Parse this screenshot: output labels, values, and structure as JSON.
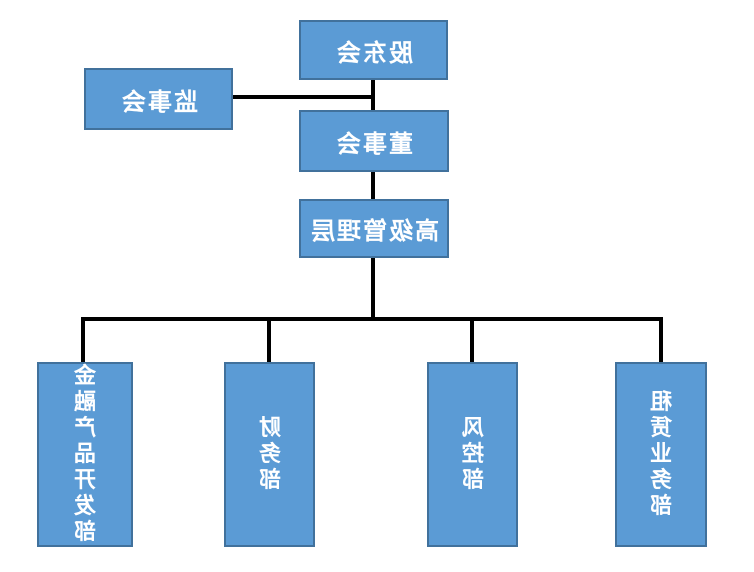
{
  "diagram": {
    "type": "org-chart",
    "nodes": {
      "shareholders": {
        "label": "股东会",
        "level": 1
      },
      "supervisory_board": {
        "label": "监事会",
        "level": 1
      },
      "board_of_directors": {
        "label": "董事会",
        "level": 2
      },
      "senior_management": {
        "label": "高级管理层",
        "level": 3
      },
      "financial_product_dev_dept": {
        "label": "金融产品开发部",
        "level": 4
      },
      "finance_dept": {
        "label": "财务部",
        "level": 4
      },
      "risk_control_dept": {
        "label": "风控部",
        "level": 4
      },
      "leasing_business_dept": {
        "label": "租赁业务部",
        "level": 4
      }
    },
    "edges": [
      {
        "from": "股东会",
        "to": "董事会"
      },
      {
        "from": "监事会",
        "to": "董事会"
      },
      {
        "from": "董事会",
        "to": "高级管理层"
      },
      {
        "from": "高级管理层",
        "to": "金融产品开发部"
      },
      {
        "from": "高级管理层",
        "to": "财务部"
      },
      {
        "from": "高级管理层",
        "to": "风控部"
      },
      {
        "from": "高级管理层",
        "to": "租赁业务部"
      }
    ]
  },
  "colors": {
    "node_fill": "#5b9bd5",
    "node_border": "#41719c",
    "node_text": "#ffffff",
    "connector": "#000000",
    "background": "#ffffff"
  }
}
